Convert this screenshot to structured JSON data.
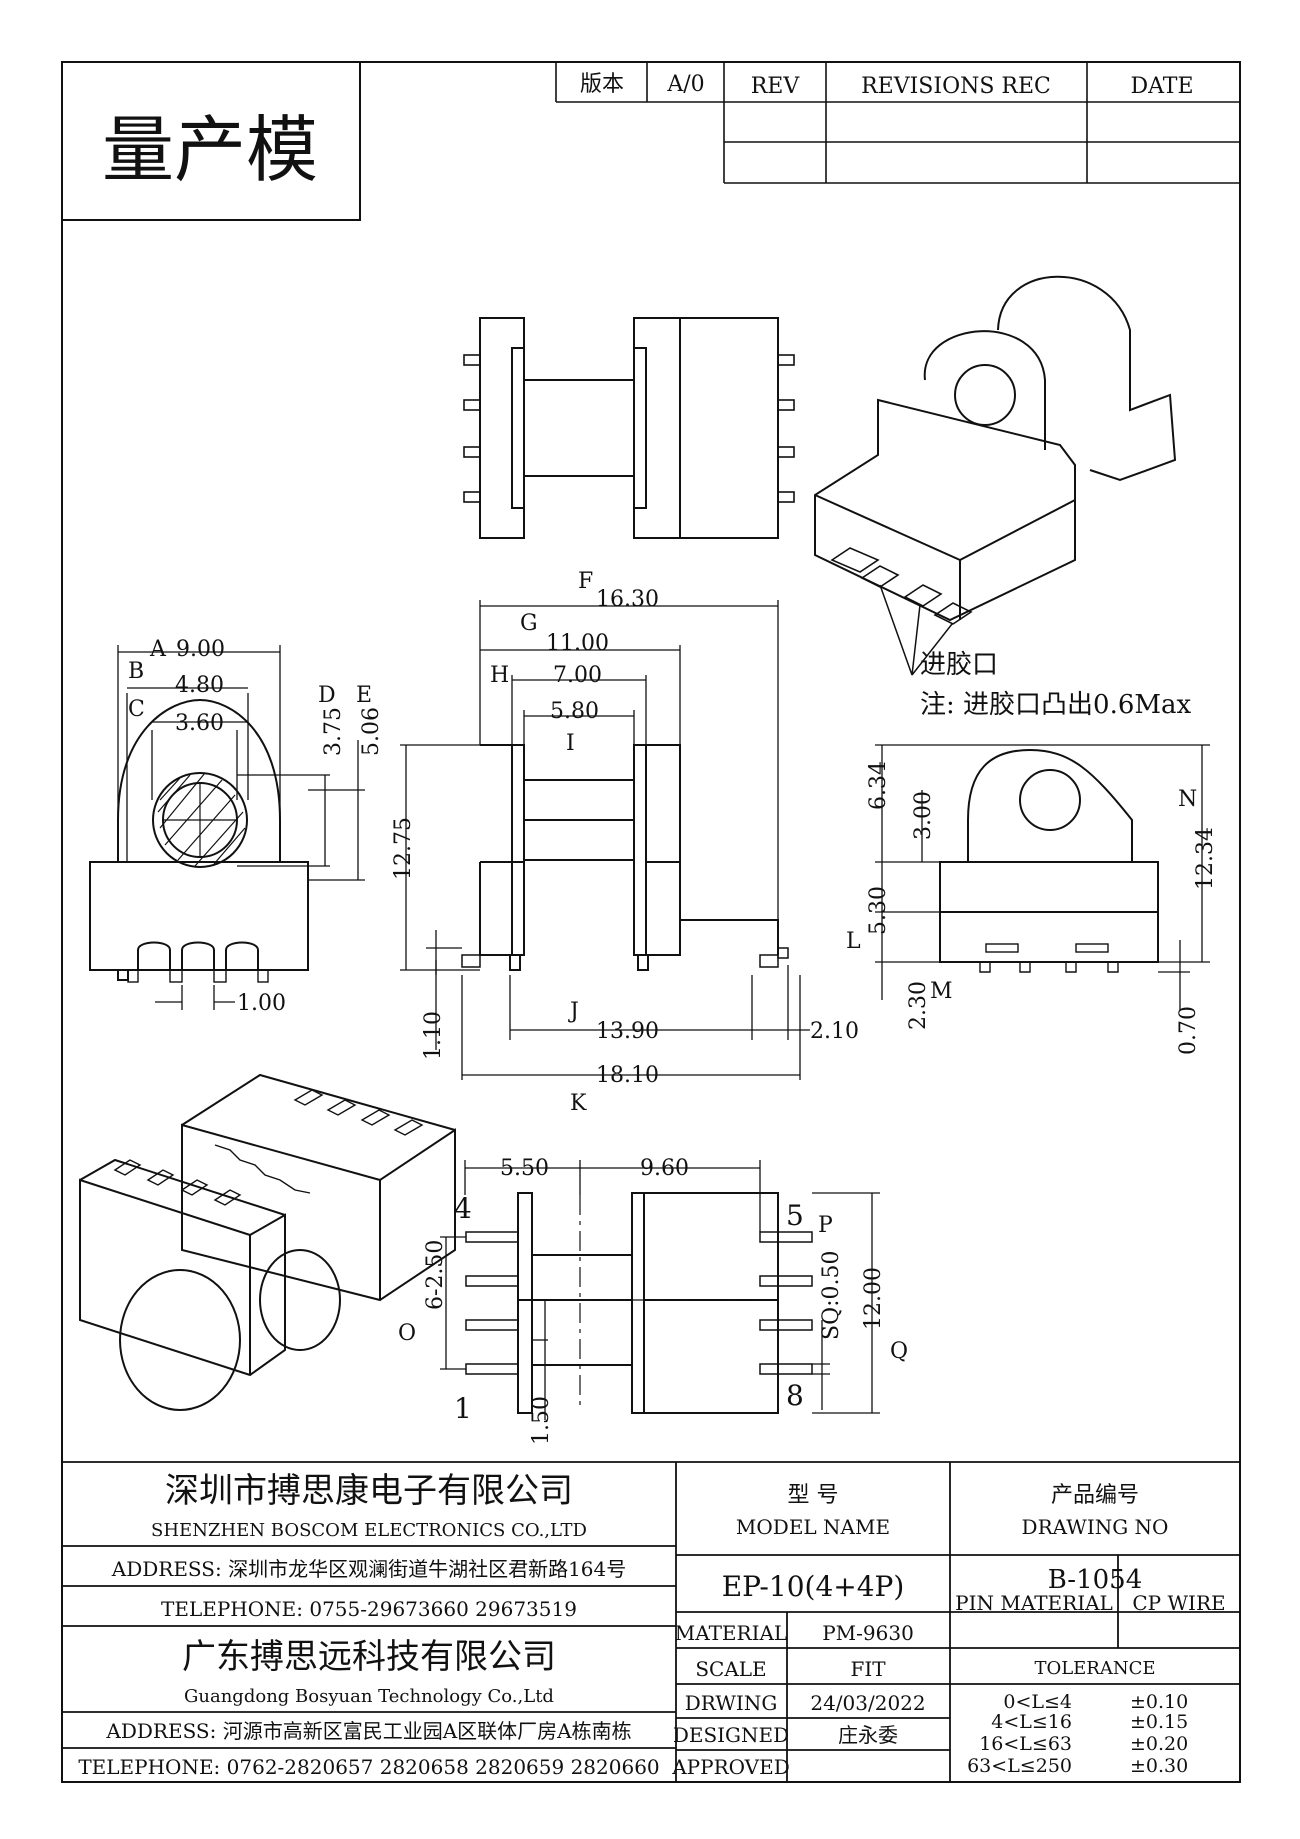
{
  "header": {
    "stamp": "量产模",
    "version_label": "版本",
    "version_value": "A/0",
    "rev_label": "REV",
    "revisions_label": "REVISIONS REC",
    "date_label": "DATE"
  },
  "drawing": {
    "dims_top": {
      "F": "F",
      "F_val": "16.30",
      "G": "G",
      "G_val": "11.00",
      "H": "H",
      "H_val": "7.00",
      "I": "I",
      "I_val": "5.80",
      "h_total": "12.75",
      "J": "J",
      "J_val": "13.90",
      "K": "K",
      "K_val": "18.10",
      "foot": "1.10",
      "right_gap": "2.10"
    },
    "dims_left": {
      "A": "A",
      "A_val": "9.00",
      "B": "B",
      "B_val": "4.80",
      "C": "C",
      "C_val": "3.60",
      "D": "D",
      "D_val": "3.75",
      "E": "E",
      "E_val": "5.06",
      "pitch": "1.00"
    },
    "dims_right": {
      "v1": "6.34",
      "v2": "3.00",
      "v3": "5.30",
      "L": "L",
      "v4": "2.30",
      "M": "M",
      "N": "N",
      "total": "12.34",
      "pin": "0.70"
    },
    "dims_bottom": {
      "w1": "5.50",
      "w2": "9.60",
      "pin4": "4",
      "pin5": "5",
      "pin1": "1",
      "pin8": "8",
      "pitch": "6-2.50",
      "O": "O",
      "P": "P",
      "sq": "SQ:0.50",
      "h": "12.00",
      "Q": "Q",
      "gap": "1.50"
    },
    "notes": {
      "gate": "进胶口",
      "gate_note": "注: 进胶口凸出0.6Max"
    }
  },
  "title_block": {
    "company1_cn": "深圳市搏思康电子有限公司",
    "company1_en": "SHENZHEN BOSCOM ELECTRONICS CO.,LTD",
    "address1": "ADDRESS: 深圳市龙华区观澜街道牛湖社区君新路164号",
    "telephone1": "TELEPHONE: 0755-29673660 29673519",
    "company2_cn": "广东搏思远科技有限公司",
    "company2_en": "Guangdong Bosyuan Technology Co.,Ltd",
    "address2": "ADDRESS: 河源市高新区富民工业园A区联体厂房A栋南栋",
    "telephone2": "TELEPHONE: 0762-2820657 2820658 2820659 2820660",
    "model_label_cn": "型 号",
    "model_label_en": "MODEL NAME",
    "model_value": "EP-10(4+4P)",
    "drawing_label_cn": "产品编号",
    "drawing_label_en": "DRAWING NO",
    "drawing_value": "B-1054",
    "material_label": "MATERIAL",
    "material_value": "PM-9630",
    "pin_material_label": "PIN MATERIAL",
    "pin_material_value": "CP WIRE",
    "scale_label": "SCALE",
    "scale_value": "FIT",
    "drwing_label": "DRWING",
    "drwing_value": "24/03/2022",
    "designed_label": "DESIGNED",
    "designed_value": "庄永委",
    "approved_label": "APPROVED",
    "approved_value": "",
    "tolerance_label": "TOLERANCE",
    "tolerances": [
      {
        "range": "0<L≤4",
        "value": "±0.10"
      },
      {
        "range": "4<L≤16",
        "value": "±0.15"
      },
      {
        "range": "16<L≤63",
        "value": "±0.20"
      },
      {
        "range": "63<L≤250",
        "value": "±0.30"
      }
    ]
  }
}
